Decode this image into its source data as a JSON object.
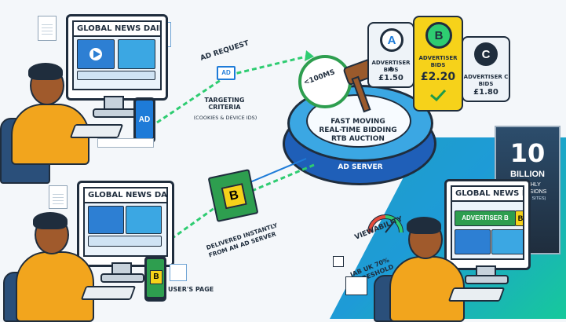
{
  "top_screen": {
    "title": "GLOBAL NEWS DAILY",
    "phone_ad": "AD"
  },
  "ad_request": {
    "title": "AD REQUEST",
    "tag": "AD",
    "criteria": "TARGETING CRITERIA",
    "criteria_sub": "(COOKIES & DEVICE IDS)"
  },
  "auction": {
    "timer": "<100MS",
    "title_line1": "FAST MOVING",
    "title_line2": "REAL-TIME BIDDING",
    "title_line3": "RTB AUCTION",
    "server": "AD SERVER"
  },
  "bidders": [
    {
      "letter": "A",
      "label_line1": "ADVERTISER A",
      "label_line2": "BIDS",
      "amount": "£1.50",
      "winner": false
    },
    {
      "letter": "B",
      "label_line1": "ADVERTISER",
      "label_line2": "BIDS",
      "amount": "£2.20",
      "winner": true
    },
    {
      "letter": "C",
      "label_line1": "ADVERTISER C",
      "label_line2": "BIDS",
      "amount": "£1.80",
      "winner": false
    }
  ],
  "delivery": {
    "badge": "B",
    "text_line1": "DELIVERED INSTANTLY",
    "text_line2": "FROM AN AD SERVER"
  },
  "bottom_left_screen": {
    "title": "GLOBAL NEWS DAILY",
    "ad_letter": "B",
    "caption": "USER'S PAGE"
  },
  "impressions": {
    "number": "10",
    "unit": "BILLION",
    "line1": "MONTHLY",
    "line2": "IMPRESSIONS",
    "line3": "(UK NEWS SITES)"
  },
  "viewability": {
    "title": "VIEWABILITY",
    "line1": "IAB UK 70%",
    "line2": "THRESHOLD"
  },
  "bottom_right_screen": {
    "title": "GLOBAL NEWS DAILY",
    "banner": "ADVERTISER B",
    "ad_letter": "B"
  },
  "colors": {
    "navy": "#1f2d3d",
    "accent_green": "#2ecc71",
    "ad_blue": "#1e7bd8",
    "winner_yellow": "#f6d21a",
    "server_blue": "#1f5fb8",
    "shirt_orange": "#f2a51d"
  }
}
